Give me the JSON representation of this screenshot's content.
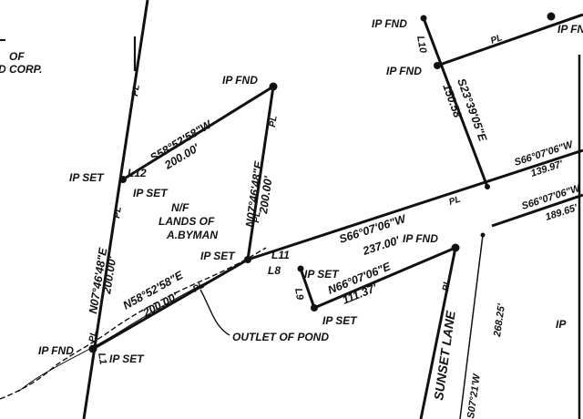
{
  "labels": {
    "ip_fnd": "IP FND",
    "ip_set": "IP SET",
    "pl": "PL",
    "corp_line1": "OF",
    "corp_line2": "D CORP.",
    "nf_line1": "N/F",
    "nf_line2": "LANDS OF",
    "nf_line3": "A.BYMAN",
    "outlet": "OUTLET OF POND",
    "road": "SUNSET LANE"
  },
  "line_codes": [
    "L1",
    "L8",
    "L9",
    "L10",
    "L11",
    "L12"
  ],
  "bearings": {
    "b1": "S58°52'58\"W",
    "b2": "N07°46'48\"E",
    "b3": "N07°46'48\"E",
    "b4": "N58°52'58\"E",
    "b5": "S66°07'06\"W",
    "b6": "N66°07'06\"E",
    "b7": "S23°39'05\"E",
    "b8": "S66°07'06\"W",
    "b9": "S66°07'06\"W",
    "b10": "S07°21'W"
  },
  "distances": {
    "d1": "200.00'",
    "d2": "200.00'",
    "d3": "200.00'",
    "d4": "200.00'",
    "d5": "237.00'",
    "d6": "111.37'",
    "d7": "150.58'",
    "d8": "139.97'",
    "d9": "189.65'",
    "d10": "268.25'"
  },
  "colors": {
    "ink": "#111111",
    "paper": "#ffffff"
  }
}
